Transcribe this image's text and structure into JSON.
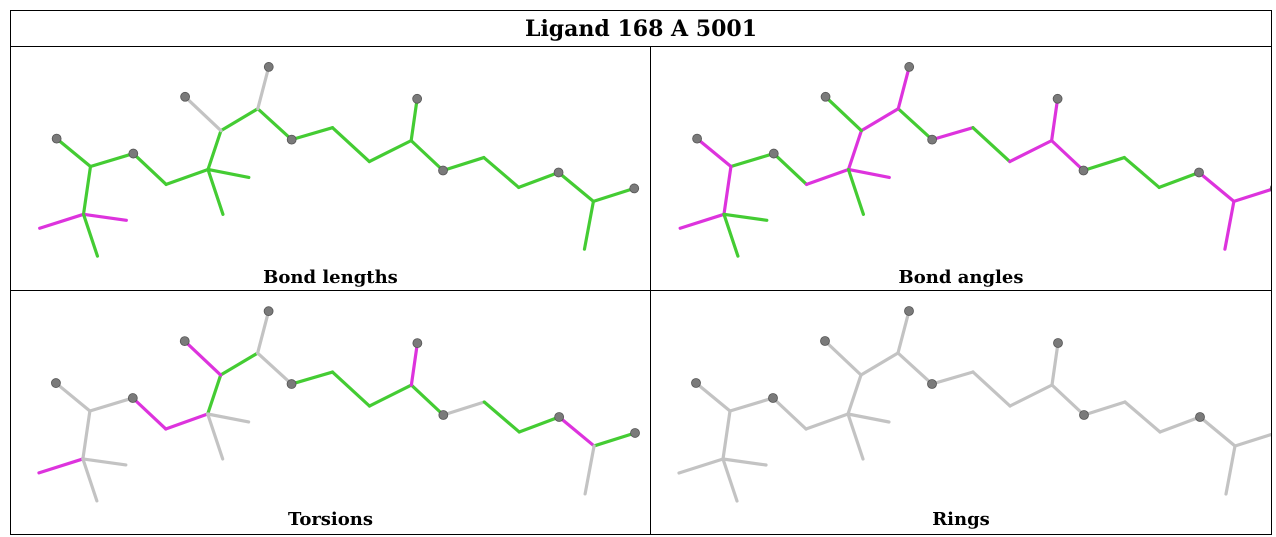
{
  "title": "Ligand 168 A 5001",
  "panels": [
    {
      "caption": "Bond lengths"
    },
    {
      "caption": "Bond angles"
    },
    {
      "caption": "Torsions"
    },
    {
      "caption": "Rings"
    }
  ],
  "colors": {
    "ok": "#44cc33",
    "outlier": "#dd33dd",
    "neutral": "#c3c3c3",
    "atom": "#7a7a7a",
    "border": "#000000"
  },
  "bond_status": {
    "lengths": [
      "ok",
      "ok",
      "ok",
      "ok",
      "ok",
      "ok",
      "ok",
      "ok",
      "neutral",
      "neutral",
      "ok",
      "ok",
      "ok",
      "ok",
      "ok",
      "ok",
      "ok",
      "ok",
      "ok",
      "ok",
      "outlier",
      "outlier",
      "ok"
    ],
    "angles": [
      "outlier",
      "ok",
      "outlier",
      "ok",
      "outlier",
      "outlier",
      "outlier",
      "ok",
      "ok",
      "outlier",
      "outlier",
      "ok",
      "outlier",
      "outlier",
      "outlier",
      "ok",
      "ok",
      "ok",
      "outlier",
      "outlier",
      "outlier",
      "ok",
      "ok"
    ],
    "torsions": [
      "neutral",
      "neutral",
      "neutral",
      "outlier",
      "outlier",
      "ok",
      "ok",
      "neutral",
      "outlier",
      "neutral",
      "ok",
      "ok",
      "ok",
      "ok",
      "outlier",
      "neutral",
      "ok",
      "ok",
      "outlier",
      "ok",
      "outlier",
      "neutral",
      "neutral"
    ],
    "rings": [
      "neutral",
      "neutral",
      "neutral",
      "neutral",
      "neutral",
      "neutral",
      "neutral",
      "neutral",
      "neutral",
      "neutral",
      "neutral",
      "neutral",
      "neutral",
      "neutral",
      "neutral",
      "neutral",
      "neutral",
      "neutral",
      "neutral",
      "neutral",
      "neutral",
      "neutral",
      "neutral"
    ]
  }
}
